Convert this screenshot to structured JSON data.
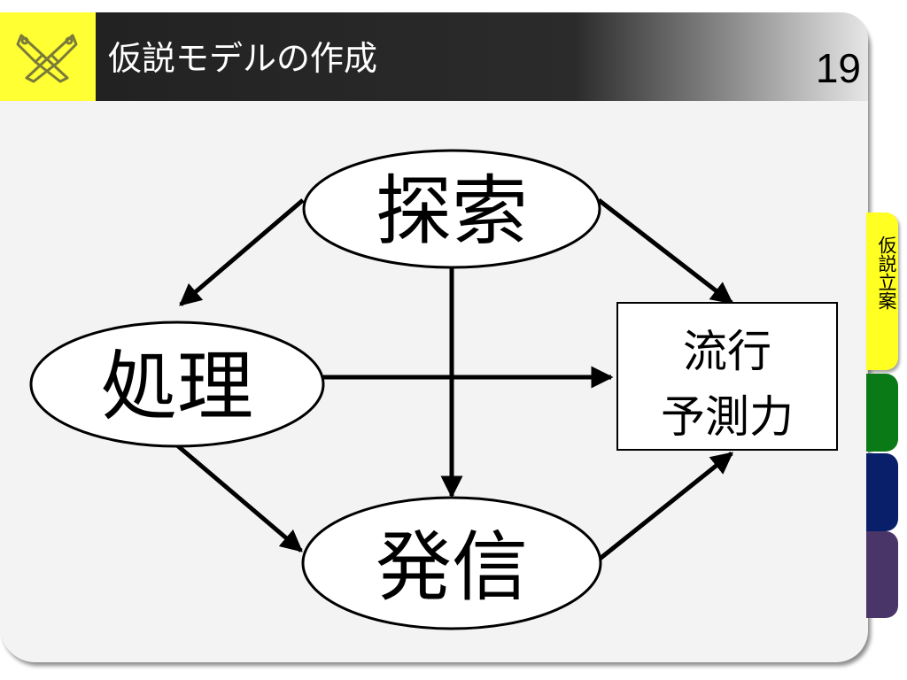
{
  "slide": {
    "title": "仮説モデルの作成",
    "page_number": "19"
  },
  "side_tabs": [
    {
      "label": "仮説立案",
      "color": "#ffff22",
      "active": true
    },
    {
      "label": "",
      "color": "#0a7a16",
      "active": false
    },
    {
      "label": "",
      "color": "#0a1f6a",
      "active": false
    },
    {
      "label": "",
      "color": "#4a3568",
      "active": false
    }
  ],
  "diagram": {
    "nodes": {
      "explore": "探索",
      "process": "処理",
      "transmit": "発信",
      "trend_line1": "流行",
      "trend_line2": "予測力"
    }
  }
}
